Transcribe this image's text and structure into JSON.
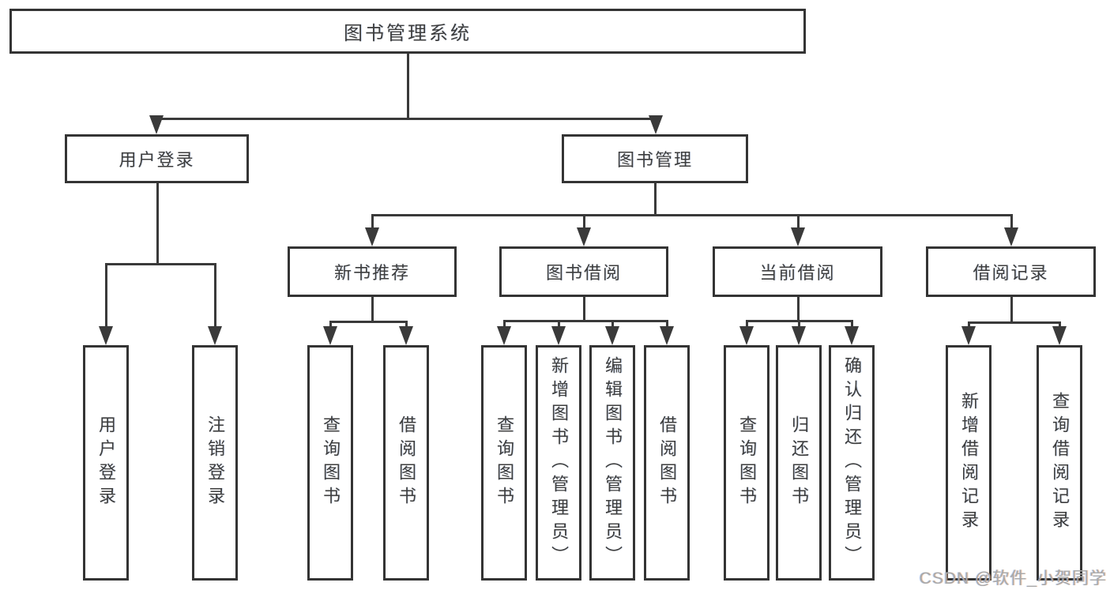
{
  "colors": {
    "line": "#3a3a3a",
    "box_border": "#343434",
    "text": "#3d3d3d",
    "watermark": "#a9a9a9",
    "background": "#ffffff"
  },
  "labels": {
    "library_system": "图书管理系统",
    "user_login": "用户登录",
    "book_management": "图书管理",
    "new_book_recommend": "新书推荐",
    "book_borrow": "图书借阅",
    "current_borrow": "当前借阅",
    "borrow_records": "借阅记录",
    "logout": "注销登录",
    "query_book": "查询图书",
    "borrow_book": "借阅图书",
    "add_book_admin": "新增图书（管理员）",
    "edit_book_admin": "编辑图书（管理员）",
    "return_book": "归还图书",
    "confirm_return_admin": "确认归还（管理员）",
    "add_borrow_record": "新增借阅记录",
    "query_borrow_record": "查询借阅记录"
  },
  "hierarchy": {
    "图书管理系统": {
      "用户登录": [
        "用户登录",
        "注销登录"
      ],
      "图书管理": {
        "新书推荐": [
          "查询图书",
          "借阅图书"
        ],
        "图书借阅": [
          "查询图书",
          "新增图书（管理员）",
          "编辑图书（管理员）",
          "借阅图书"
        ],
        "当前借阅": [
          "查询图书",
          "归还图书",
          "确认归还（管理员）"
        ],
        "借阅记录": [
          "新增借阅记录",
          "查询借阅记录"
        ]
      }
    }
  },
  "watermark": {
    "text": "CSDN @软件_小贺同学"
  }
}
